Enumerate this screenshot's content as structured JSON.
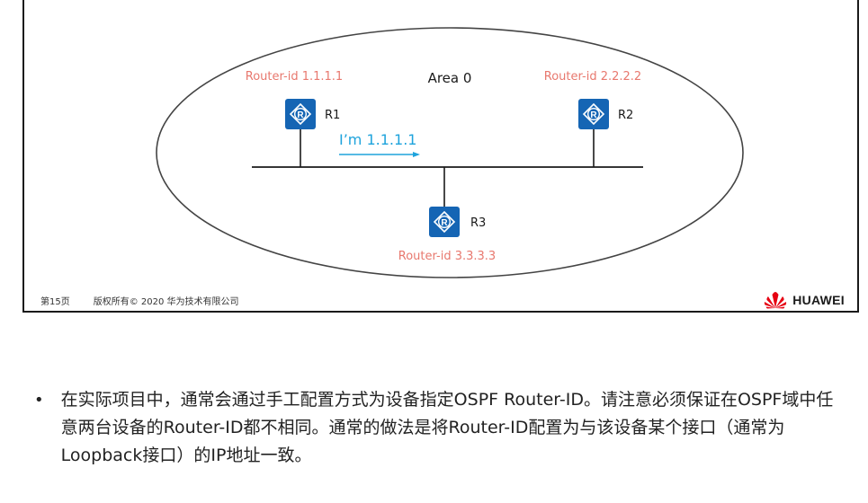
{
  "diagram": {
    "area_label": "Area 0",
    "routers": [
      {
        "name": "R1",
        "router_id": "Router-id  1.1.1.1"
      },
      {
        "name": "R2",
        "router_id": "Router-id  2.2.2.2"
      },
      {
        "name": "R3",
        "router_id": "Router-id  3.3.3.3"
      }
    ],
    "message": "I’m 1.1.1.1",
    "router_icon_letter": "R",
    "colors": {
      "router_id_text": "#e8786e",
      "message_text": "#1ea3dc",
      "router_icon": "#1565b4",
      "area_outline": "#444444"
    }
  },
  "footer": {
    "page": "第15页",
    "copyright": "版权所有© 2020 华为技术有限公司",
    "logo_text": "HUAWEI",
    "logo_color": "#e60012"
  },
  "bullet": {
    "text": "在实际项目中，通常会通过手工配置方式为设备指定OSPF Router-ID。请注意必须保证在OSPF域中任意两台设备的Router-ID都不相同。通常的做法是将Router-ID配置为与该设备某个接口（通常为Loopback接口）的IP地址一致。"
  }
}
